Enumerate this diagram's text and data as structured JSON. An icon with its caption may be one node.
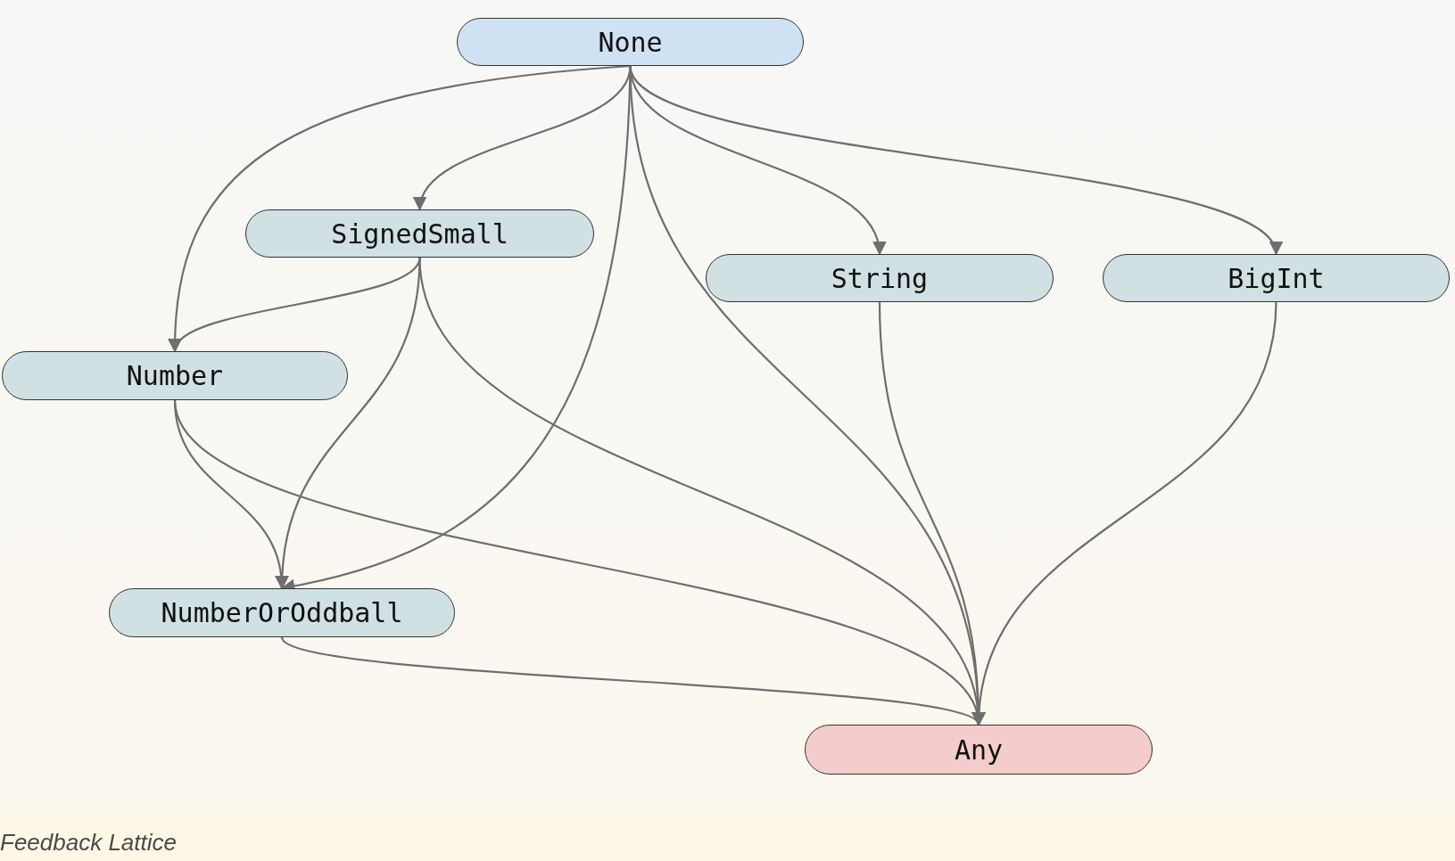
{
  "diagram": {
    "caption": "Feedback Lattice",
    "nodes": [
      {
        "text": [
          "None"
        ]
      },
      {
        "text": [
          "SignedSmall"
        ]
      },
      {
        "text": [
          "String"
        ]
      },
      {
        "text": [
          "BigInt"
        ]
      },
      {
        "text": [
          "Number"
        ]
      },
      {
        "text": [
          "NumberOrOddball"
        ]
      },
      {
        "text": [
          "Any"
        ]
      }
    ],
    "edges": [
      {
        "from": 0,
        "to": 4,
        "arrow": "to"
      },
      {
        "from": 0,
        "to": 1,
        "arrow": "to"
      },
      {
        "from": 0,
        "to": 5,
        "arrow": "to"
      },
      {
        "from": 0,
        "to": 6,
        "arrow": "to"
      },
      {
        "from": 0,
        "to": 2,
        "arrow": "to"
      },
      {
        "from": 0,
        "to": 3,
        "arrow": "to"
      },
      {
        "from": 1,
        "to": 4,
        "arrow": "to"
      },
      {
        "from": 1,
        "to": 5,
        "arrow": "to"
      },
      {
        "from": 1,
        "to": 6,
        "arrow": "to"
      },
      {
        "from": 4,
        "to": 5,
        "arrow": "to"
      },
      {
        "from": 4,
        "to": 6,
        "arrow": "to"
      },
      {
        "from": 5,
        "to": 6,
        "arrow": "to"
      },
      {
        "from": 2,
        "to": 6,
        "arrow": "to"
      },
      {
        "from": 3,
        "to": 6,
        "arrow": "to"
      }
    ]
  }
}
